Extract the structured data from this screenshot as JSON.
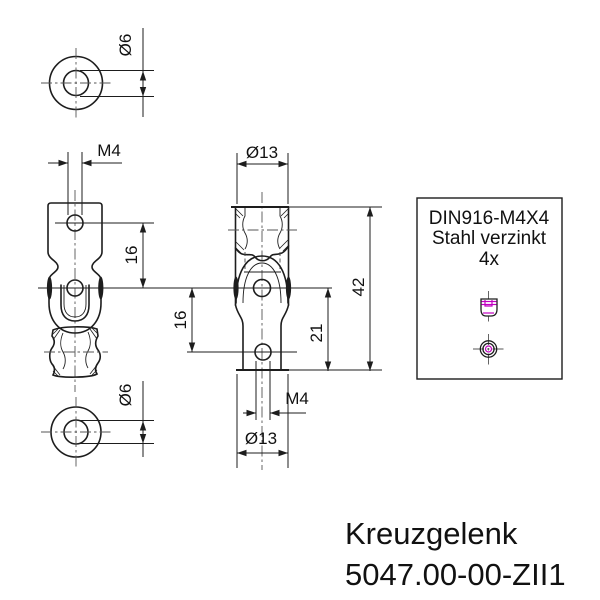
{
  "drawing": {
    "dims": {
      "dia6_top": "Ø6",
      "m4_front": "M4",
      "len16_front": "16",
      "dia13_top": "Ø13",
      "len16_side": "16",
      "len42": "42",
      "len21": "21",
      "m4_side": "M4",
      "dia13_bottom": "Ø13",
      "dia6_bottom": "Ø6"
    },
    "note_box": {
      "line1": "DIN916-M4X4",
      "line2": "Stahl verzinkt",
      "line3": "4x"
    },
    "title_block": {
      "part_name": "Kreuzgelenk",
      "part_number": "5047.00-00-ZII1"
    },
    "colors": {
      "line": "#1d1d1d",
      "centerline": "#555555",
      "accent_magenta": "#c000c0",
      "background": "#ffffff"
    }
  }
}
